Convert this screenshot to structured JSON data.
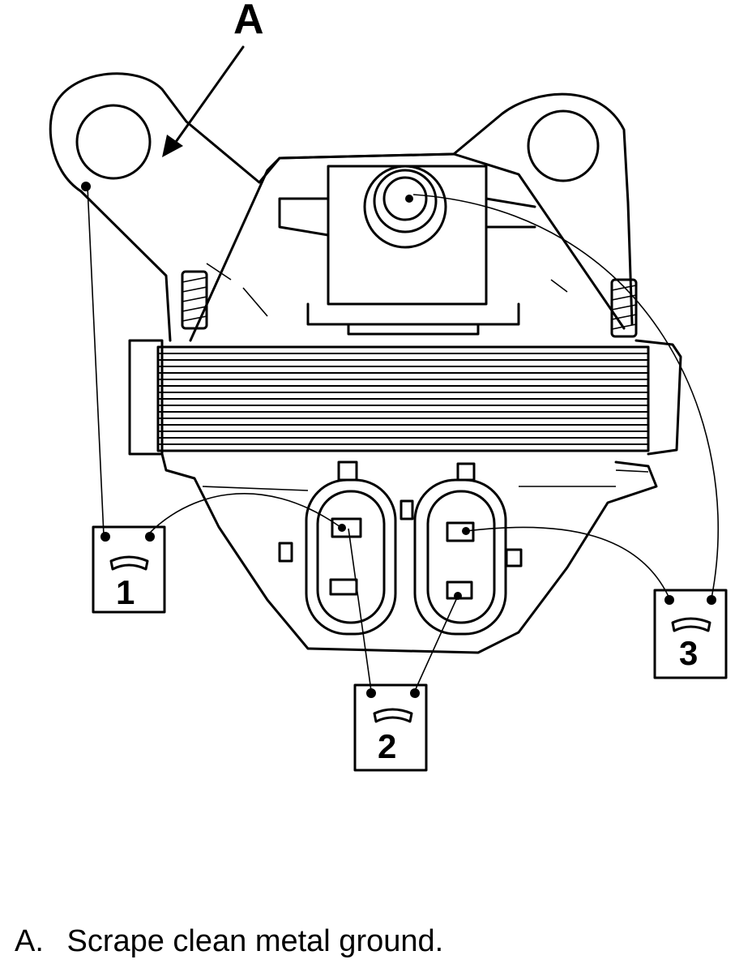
{
  "callout": {
    "letter": "A"
  },
  "meters": [
    {
      "label": "1"
    },
    {
      "label": "2"
    },
    {
      "label": "3"
    }
  ],
  "caption": {
    "key": "A.",
    "text": "Scrape clean metal ground."
  },
  "colors": {
    "ink": "#000000",
    "paper": "#ffffff"
  }
}
